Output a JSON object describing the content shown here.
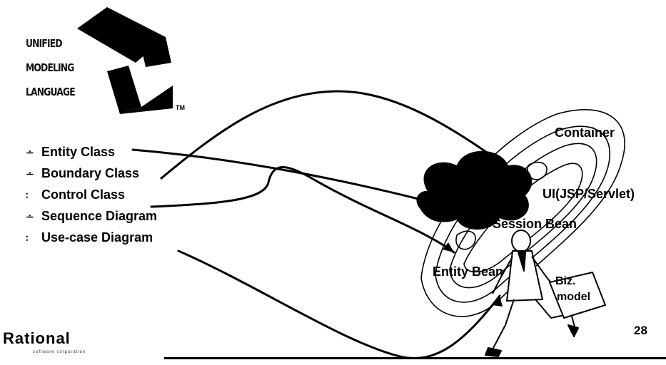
{
  "logo": {
    "line1": "UNIFIED",
    "line2": "MODELING",
    "line3": "LANGUAGE",
    "tm": "TM"
  },
  "bullets": [
    {
      "mark": "∸",
      "label": "Entity Class"
    },
    {
      "mark": "∸",
      "label": "Boundary Class"
    },
    {
      "mark": "∶",
      "label": "Control Class"
    },
    {
      "mark": "∸",
      "label": "Sequence Diagram"
    },
    {
      "mark": "∶",
      "label": "Use-case Diagram"
    }
  ],
  "diagram_labels": {
    "container": "Container",
    "ui": "UI(JSP/Servlet)",
    "session_bean": "Session Bean",
    "entity_bean": "Entity Bean",
    "biz_model_line1": "Biz.",
    "biz_model_line2": "model"
  },
  "footer": {
    "page_number": "28",
    "brand": "Rational",
    "brand_sub": "software corporation"
  },
  "colors": {
    "ink": "#000000",
    "background": "#ffffff"
  }
}
